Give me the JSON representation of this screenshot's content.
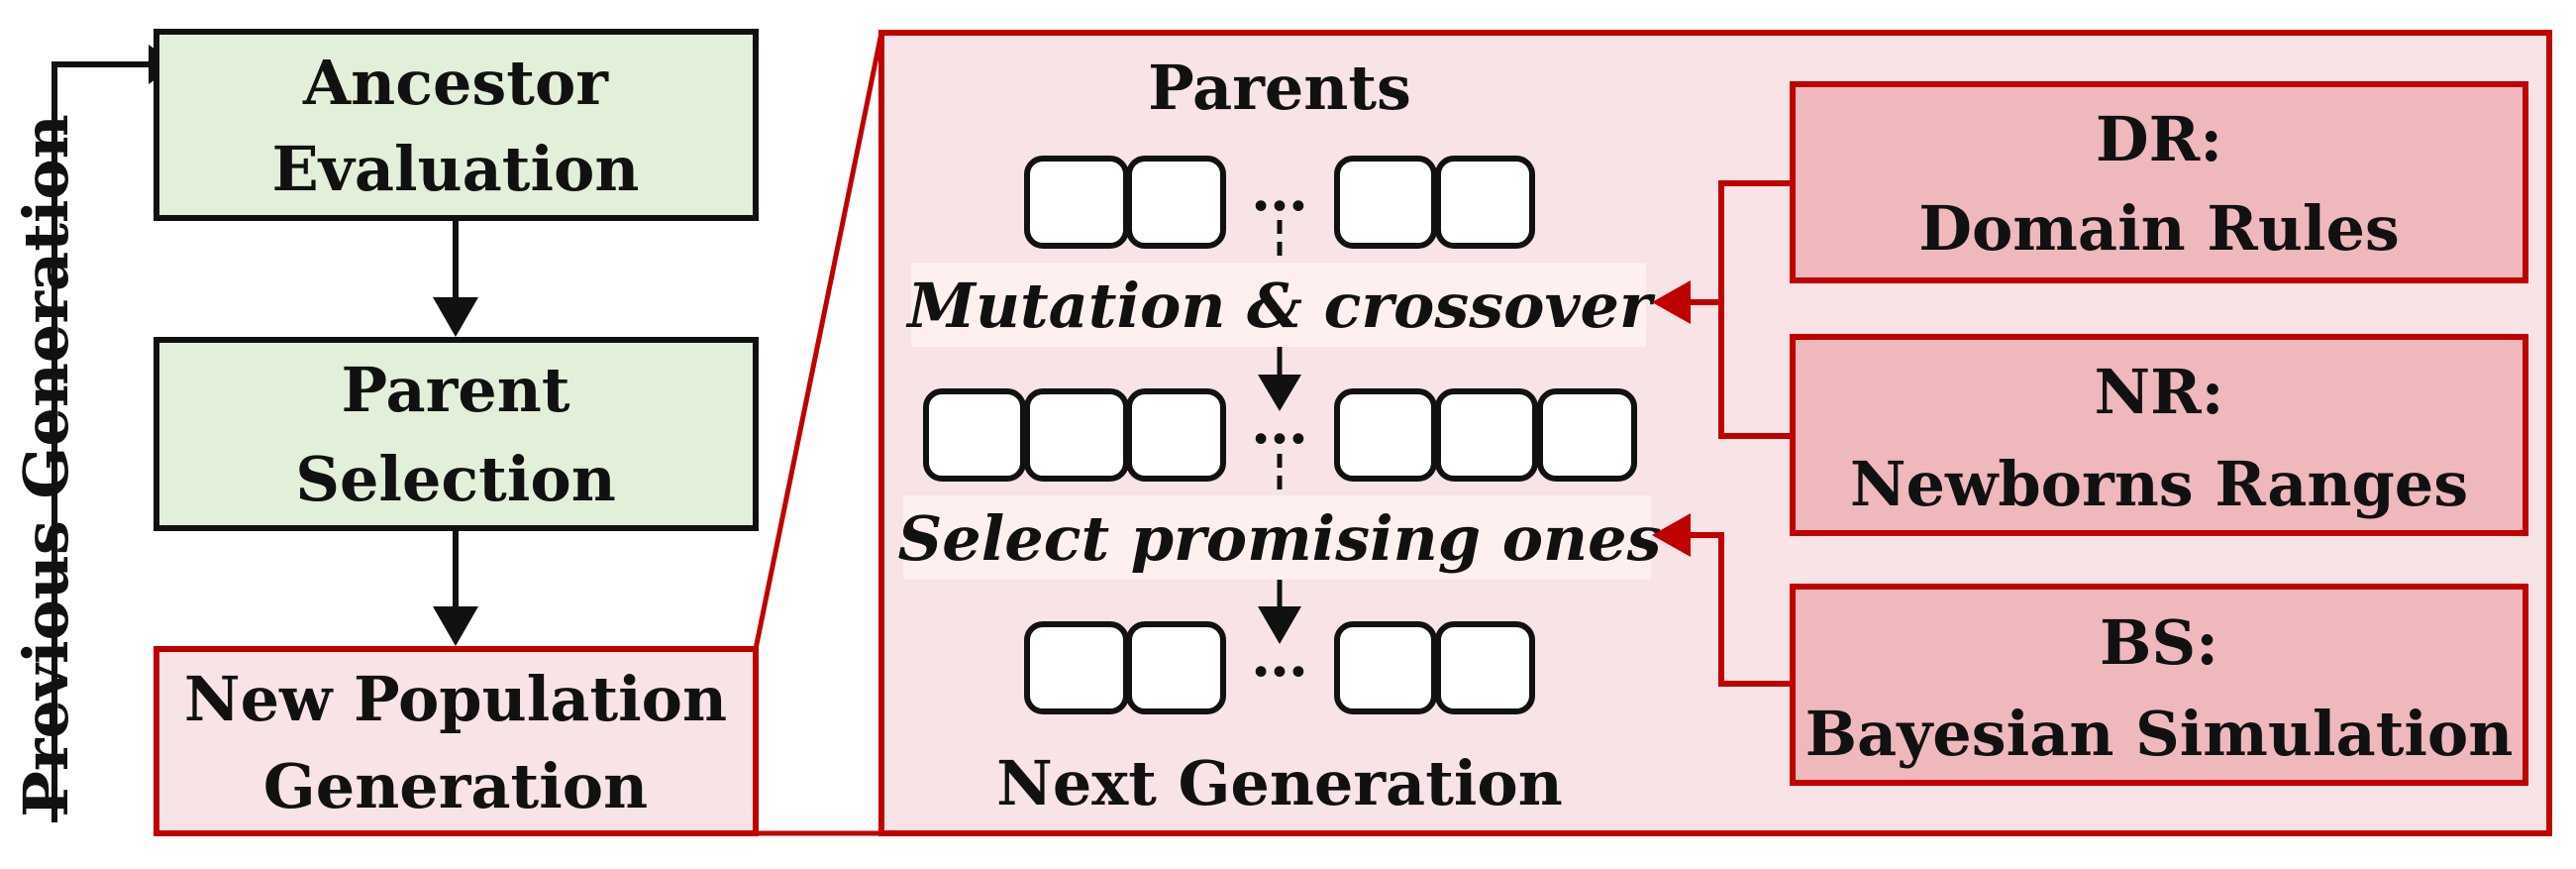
{
  "side_label": "Previous Generation",
  "flow": {
    "ancestor_evaluation": [
      "Ancestor",
      "Evaluation"
    ],
    "parent_selection": [
      "Parent",
      "Selection"
    ],
    "new_population_generation": [
      "New Population",
      "Generation"
    ]
  },
  "detail": {
    "parents_label": "Parents",
    "mutation_label": "Mutation & crossover",
    "select_label": "Select promising ones",
    "next_generation_label": "Next Generation",
    "ellipsis": "…"
  },
  "rules": {
    "dr": [
      "DR:",
      "Domain Rules"
    ],
    "nr": [
      "NR:",
      "Newborns Ranges"
    ],
    "bs": [
      "BS:",
      "Bayesian Simulation"
    ]
  },
  "colors": {
    "green_fill": "#e2efd9",
    "red_stroke": "#c00000",
    "panel_fill": "#f8e3e6",
    "rule_fill": "#efb8bd",
    "label_bg": "#fdf0ee"
  }
}
